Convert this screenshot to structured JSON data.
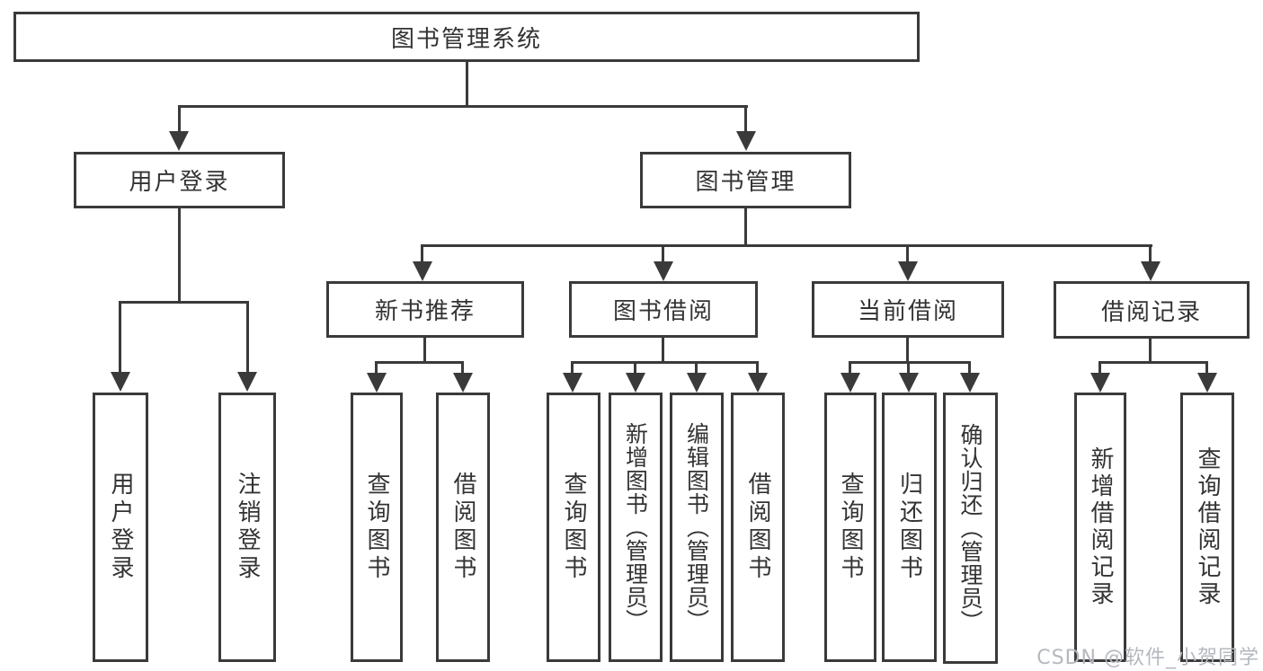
{
  "watermark": "CSDN @软件_小贺同学",
  "colors": {
    "line": "#3a3a3a",
    "text": "#333333",
    "background": "#ffffff",
    "watermark": "#b4b8be"
  },
  "tree": {
    "root": {
      "label": "图书管理系统"
    },
    "level2": [
      {
        "label": "用户登录"
      },
      {
        "label": "图书管理"
      }
    ],
    "level3": [
      {
        "label": "新书推荐",
        "parent": "图书管理"
      },
      {
        "label": "图书借阅",
        "parent": "图书管理"
      },
      {
        "label": "当前借阅",
        "parent": "图书管理"
      },
      {
        "label": "借阅记录",
        "parent": "图书管理"
      }
    ],
    "leaves": [
      {
        "label": "用户登录",
        "parent": "用户登录"
      },
      {
        "label": "注销登录",
        "parent": "用户登录"
      },
      {
        "label": "查询图书",
        "parent": "新书推荐"
      },
      {
        "label": "借阅图书",
        "parent": "新书推荐"
      },
      {
        "label": "查询图书",
        "parent": "图书借阅"
      },
      {
        "label": "新增图书（管理员）",
        "parent": "图书借阅"
      },
      {
        "label": "编辑图书（管理员）",
        "parent": "图书借阅"
      },
      {
        "label": "借阅图书",
        "parent": "图书借阅"
      },
      {
        "label": "查询图书",
        "parent": "当前借阅"
      },
      {
        "label": "归还图书",
        "parent": "当前借阅"
      },
      {
        "label": "确认归还（管理员）",
        "parent": "当前借阅"
      },
      {
        "label": "新增借阅记录",
        "parent": "借阅记录"
      },
      {
        "label": "查询借阅记录",
        "parent": "借阅记录"
      }
    ]
  }
}
